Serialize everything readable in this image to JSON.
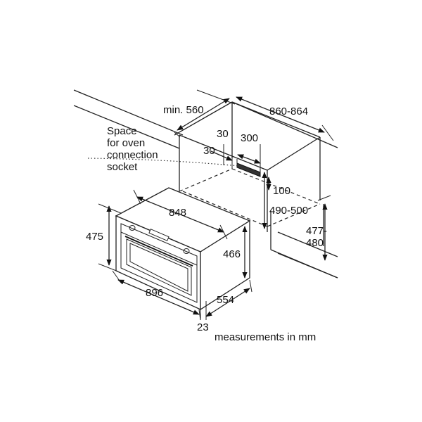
{
  "dimensions": {
    "min_depth": "min. 560",
    "niche_width": "860-864",
    "gap_top": "30",
    "gap_side": "30",
    "socket_width": "300",
    "socket_offset": "100",
    "niche_height": "490-500",
    "base_height_line1": "477-",
    "base_height_line2": "480",
    "oven_inner_width": "848",
    "oven_height": "475",
    "oven_inner_height": "466",
    "oven_width": "896",
    "oven_depth": "554",
    "front_thickness": "23"
  },
  "labels": {
    "space_note": [
      "Space",
      "for oven",
      "connection",
      "socket"
    ]
  },
  "caption": "measurements in mm"
}
